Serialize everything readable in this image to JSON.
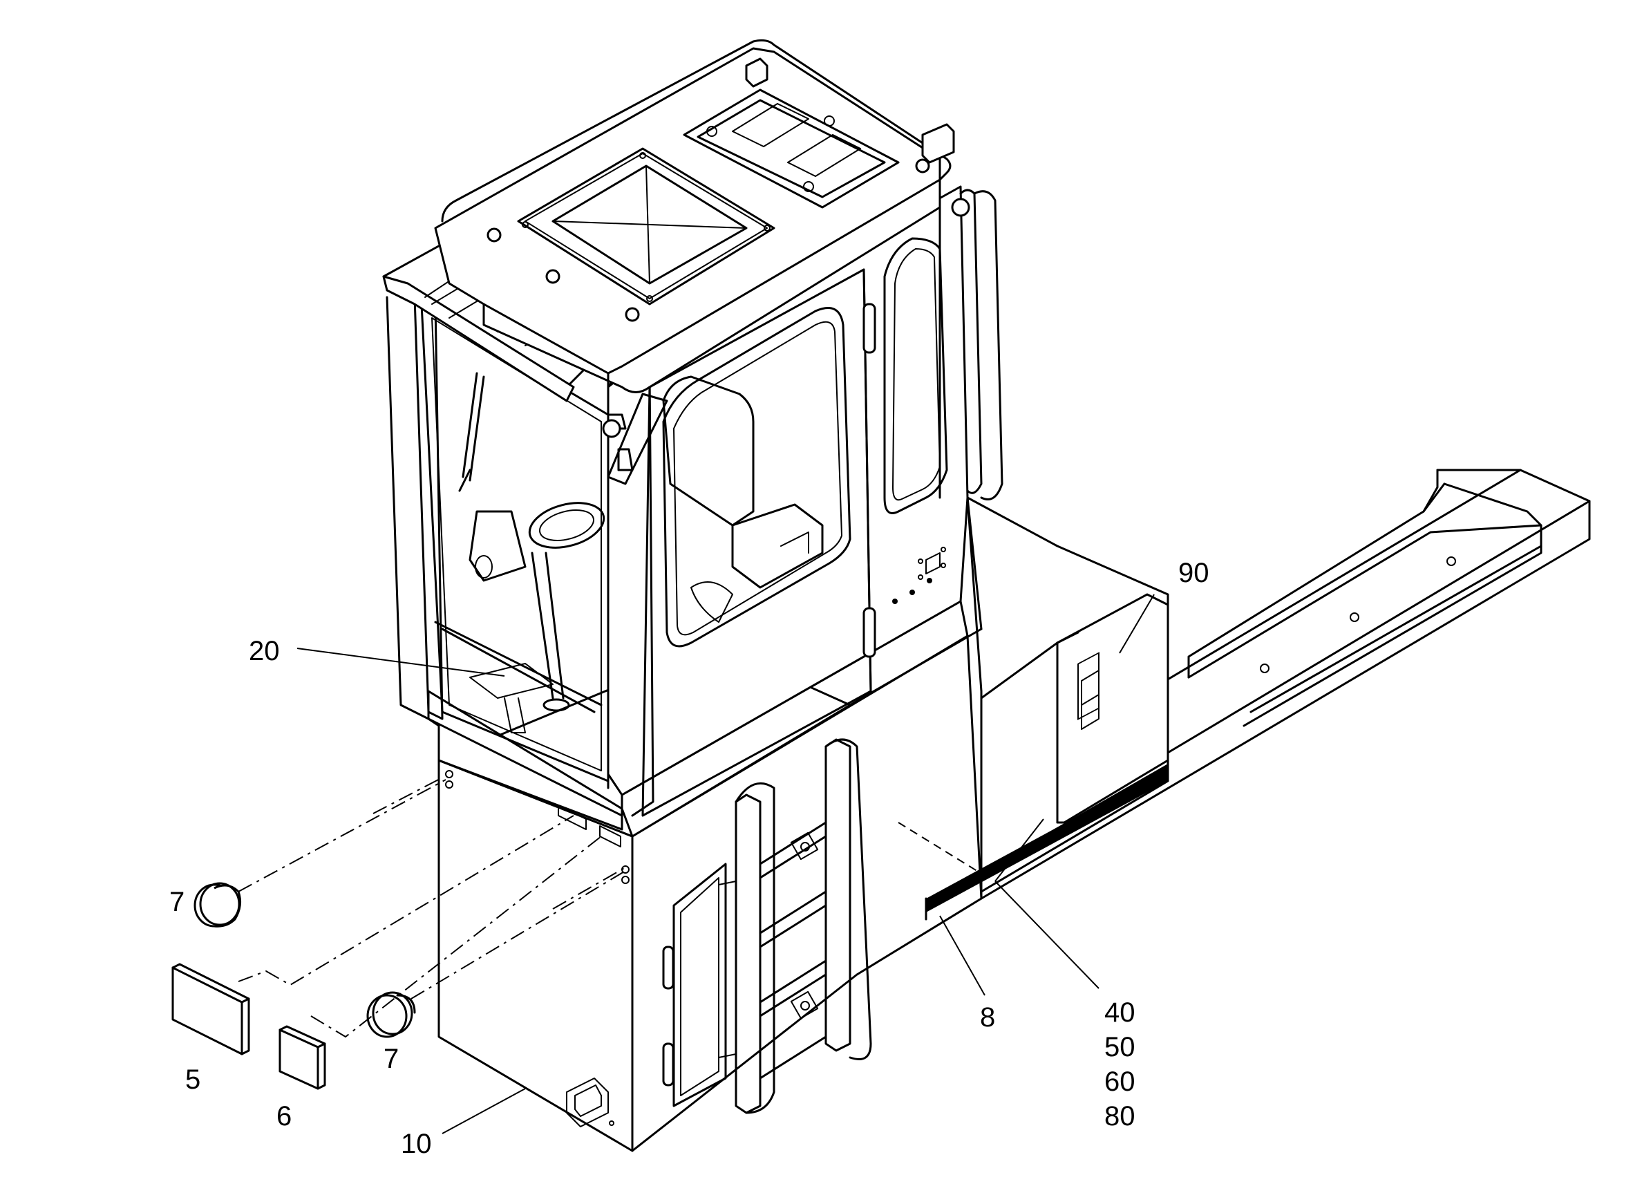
{
  "callouts": {
    "c20": "20",
    "c90": "90",
    "c7a": "7",
    "c7b": "7",
    "c5": "5",
    "c6": "6",
    "c8": "8",
    "c10": "10",
    "c40": "40",
    "c50": "50",
    "c60": "60",
    "c80": "80"
  },
  "colors": {
    "line": "#000000",
    "background": "#ffffff"
  }
}
